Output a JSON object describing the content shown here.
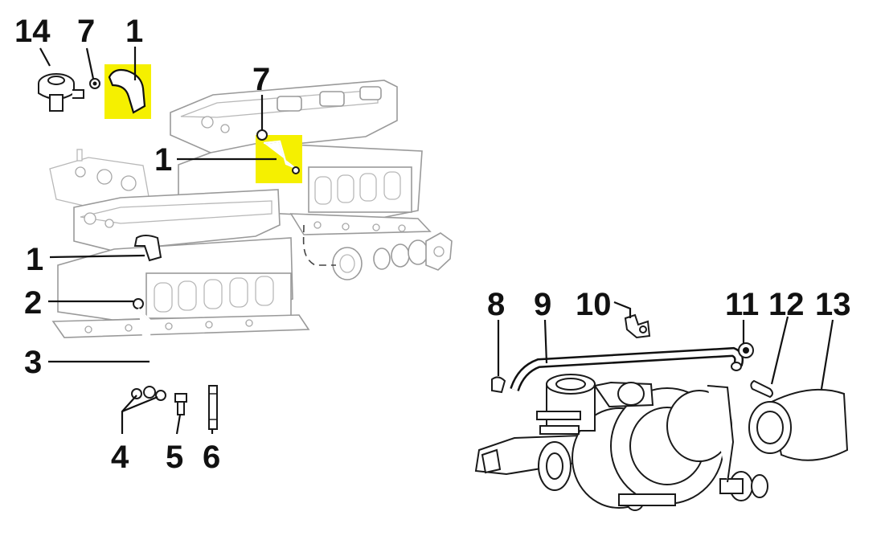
{
  "callouts": {
    "c14": "14",
    "c7a": "7",
    "c1a": "1",
    "c7b": "7",
    "c1b": "1",
    "c1c": "1",
    "c2": "2",
    "c3": "3",
    "c4": "4",
    "c5": "5",
    "c6": "6",
    "c8": "8",
    "c9": "9",
    "c10": "10",
    "c11": "11",
    "c12": "12",
    "c13": "13"
  },
  "highlight_color": "#f5f000"
}
